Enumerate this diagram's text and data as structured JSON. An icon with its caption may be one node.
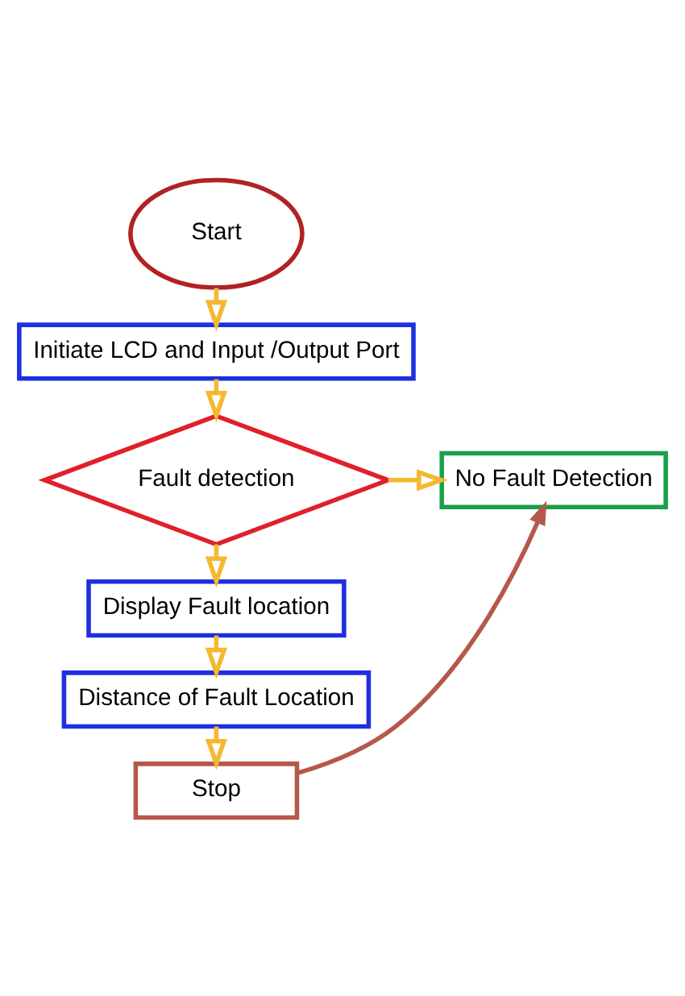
{
  "diagram": {
    "nodes": [
      {
        "text": [
          "Start"
        ]
      },
      {
        "text": [
          "Initiate LCD and Input /Output Port"
        ]
      },
      {
        "text": [
          "Fault detection"
        ]
      },
      {
        "text": [
          "No Fault Detection"
        ]
      },
      {
        "text": [
          "Display Fault location"
        ]
      },
      {
        "text": [
          "Distance of Fault Location"
        ]
      },
      {
        "text": [
          "Stop"
        ]
      }
    ],
    "edges": [
      {
        "from": 0,
        "to": 1,
        "arrow": "to"
      },
      {
        "from": 1,
        "to": 2,
        "arrow": "to"
      },
      {
        "from": 2,
        "to": 3,
        "arrow": "to"
      },
      {
        "from": 2,
        "to": 4,
        "arrow": "to"
      },
      {
        "from": 4,
        "to": 5,
        "arrow": "to"
      },
      {
        "from": 5,
        "to": 6,
        "arrow": "to"
      },
      {
        "from": 6,
        "to": 3,
        "arrow": "to",
        "color": "#b5584a"
      }
    ]
  }
}
